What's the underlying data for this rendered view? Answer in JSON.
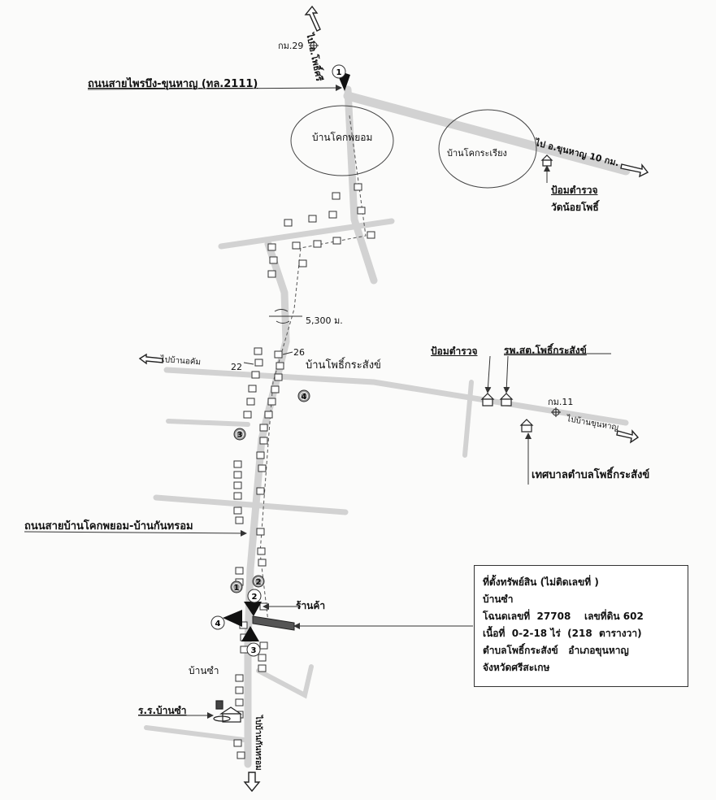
{
  "labels": {
    "to_phon_phisai": "ไป อ.โพธิ์ศรี",
    "km29": "กม.29",
    "road_phaibueng": "ถนนสายไพรบึง-ขุนหาญ (ทล.2111)",
    "ban_khok_phayom": "บ้านโคกพยอม",
    "ban_khok_kriang": "บ้านโคกระเรียง",
    "to_khun_han": "ไป อ.ขุนหาญ 10 กม.",
    "police_box_1": "ป้อมตำรวจ",
    "wat_noi": "วัดน้อยโพธิ์",
    "distance": "5,300 ม.",
    "to_ban_kham": "ไปบ้านอคัม",
    "n22": "22",
    "n26": "26",
    "ban_pho_krasang": "บ้านโพธิ์กระสังข์",
    "police_box_2": "ป้อมตำรวจ",
    "hospital": "รพ.สต.โพธิ์กระสังข์",
    "km11": "กม.11",
    "to_ban_khunhan": "ไปบ้านขุนหาญ",
    "municipality": "เทศบาลตำบลโพธิ์กระสังข์",
    "road_khokphayom": "ถนนสายบ้านโคกพยอม-บ้านกันทรอม",
    "shop": "ร้านค้า",
    "ban_cham": "บ้านซำ",
    "school": "ร.ร.บ้านซำ",
    "to_ban_kanthrom": "ไปบ้านกันทรอม"
  },
  "markers": {
    "m1": "1",
    "m2": "2",
    "m3": "3",
    "m4": "4"
  },
  "info": {
    "title": "ที่ตั้งทรัพย์สิน (ไม่ติดเลขที่ )",
    "village": "บ้านซำ",
    "deed": "โฉนดเลขที่  27708    เลขที่ดิน 602",
    "area": "เนื้อที่  0-2-18 ไร่  (218  ตารางวา)",
    "district": "ตำบลโพธิ์กระสังข์   อำเภอขุนหาญ",
    "province": "จังหวัดศรีสะเกษ"
  }
}
